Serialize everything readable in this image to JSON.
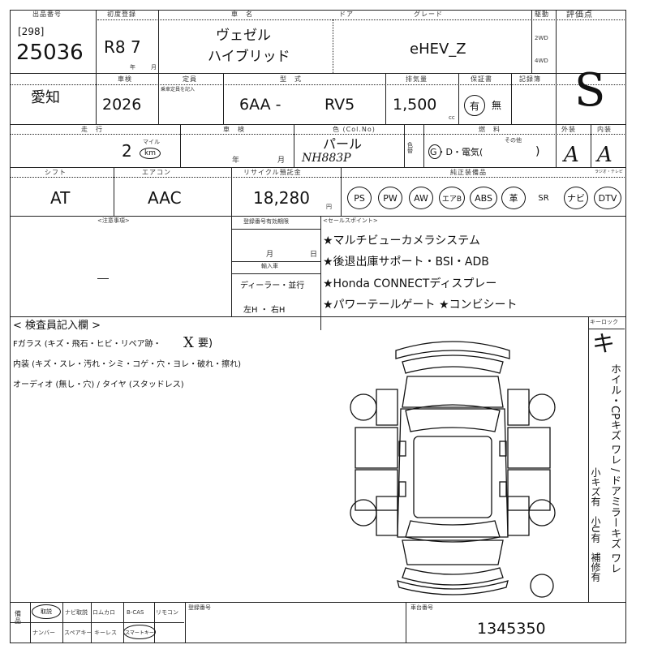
{
  "header": {
    "lot_label": "出品番号",
    "lot_prefix": "[298]",
    "lot_number": "25036",
    "first_reg_label": "初度登録",
    "first_reg": "R8  7",
    "first_reg_year_unit": "年",
    "first_reg_month_unit": "月",
    "car_name_label": "車　名",
    "car_name_line1": "ヴェゼル",
    "car_name_line2": "ハイブリッド",
    "doors_label": "ドア",
    "grade_label": "グレード",
    "grade": "eHEV_Z",
    "drive_label": "駆動",
    "drive_2wd": "2WD",
    "drive_4wd": "4WD",
    "score_label": "評価点",
    "score": "S"
  },
  "row2": {
    "region": "愛知",
    "inspection_label": "車検",
    "inspection": "2026",
    "capacity_label": "定員",
    "capacity_sub": "乗車定員を記入",
    "model_label": "型　式",
    "model_prefix": "6AA -",
    "model_code": "RV5",
    "displacement_label": "排気量",
    "displacement": "1,500",
    "displacement_unit": "cc",
    "warranty_label": "保証書",
    "warranty_yes": "有",
    "warranty_no": "無",
    "manual_label": "記録簿"
  },
  "row3": {
    "mileage_label": "走　行",
    "mileage": "2",
    "mileage_unit_mile": "マイル",
    "mileage_unit_km": "km",
    "shaken_label": "車　検",
    "shaken_year": "年",
    "shaken_month": "月",
    "color_label": "色 (Col.No)",
    "color": "パール",
    "color_code": "NH883P",
    "color_change": "色替",
    "fuel_label": "燃　料",
    "fuel_options": "G・D・電気(",
    "fuel_close": ")",
    "fuel_other": "その他",
    "exterior_label": "外装",
    "exterior": "A",
    "interior_label": "内装",
    "interior": "A"
  },
  "row4": {
    "shift_label": "シフト",
    "shift": "AT",
    "ac_label": "エアコン",
    "ac": "AAC",
    "recycle_label": "リサイクル預託金",
    "recycle": "18,280",
    "recycle_unit": "円",
    "equipment_label": "純正装備品",
    "equipment": [
      "PS",
      "PW",
      "AW",
      "エアB",
      "ABS",
      "革",
      "SR",
      "ナビ",
      "DTV"
    ],
    "radio_label": "ラジオ・テレビ"
  },
  "notes": {
    "caution_label": "<注意事項>",
    "expiry_label": "登録番号有効期限",
    "expiry_month": "月",
    "expiry_day": "日",
    "import_label": "輸入車",
    "dealer": "ディーラー・並行",
    "steering": "左H ・ 右H",
    "sales_label": "<セールスポイント>",
    "sales_points": [
      "★マルチビューカメラシステム",
      "★後退出庫サポート・BSI・ADB",
      "★Honda CONNECTディスプレー",
      "★パワーテールゲート ★コンビシート"
    ]
  },
  "inspector": {
    "title": "< 検査員記入欄 >",
    "glass": "Fガラス (キズ・飛石・ヒビ・リペア跡・",
    "glass_mark": "X",
    "glass_end": "要)",
    "interior": "内装 (キズ・スレ・汚れ・シミ・コゲ・穴・ヨレ・破れ・擦れ)",
    "audio": "オーディオ (無し・穴) / タイヤ (スタッドレス)",
    "key_label": "キーロック",
    "key_mark": "キ",
    "side_note_1": "ホイル・CPキズ ワレ / ドアミラーキズ ワレ",
    "side_note_2": "小キズ有　小U有　補修有"
  },
  "footer": {
    "opts_row1": [
      "取説",
      "ナビ取説",
      "ロムカロ",
      "B-CAS",
      "リモコン"
    ],
    "opts_row2": [
      "ナンバー",
      "スペアキー",
      "キーレス",
      "スマートキー"
    ],
    "side_label": "備品",
    "reg_no_label": "登録番号",
    "chassis_label": "車台番号",
    "chassis_no": "1345350"
  },
  "colors": {
    "ink": "#111111",
    "line": "#222222"
  }
}
